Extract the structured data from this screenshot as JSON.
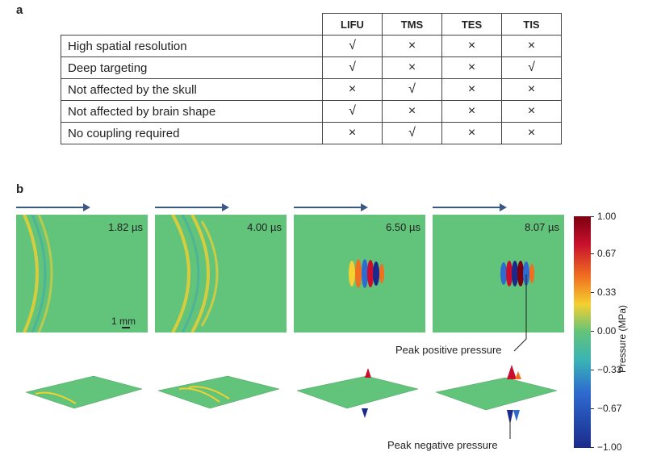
{
  "panel_a": {
    "label": "a",
    "columns": [
      "LIFU",
      "TMS",
      "TES",
      "TIS"
    ],
    "rows": [
      {
        "feature": "High spatial resolution",
        "marks": [
          "√",
          "×",
          "×",
          "×"
        ]
      },
      {
        "feature": "Deep targeting",
        "marks": [
          "√",
          "×",
          "×",
          "√"
        ]
      },
      {
        "feature": "Not affected by the skull",
        "marks": [
          "×",
          "√",
          "×",
          "×"
        ]
      },
      {
        "feature": "Not affected by brain shape",
        "marks": [
          "√",
          "×",
          "×",
          "×"
        ]
      },
      {
        "feature": "No coupling required",
        "marks": [
          "×",
          "√",
          "×",
          "×"
        ]
      }
    ]
  },
  "panel_b": {
    "label": "b",
    "times": [
      "1.82 µs",
      "4.00 µs",
      "6.50 µs",
      "8.07 µs"
    ],
    "scale_bar": "1 mm",
    "annotation_positive": "Peak positive pressure",
    "annotation_negative": "Peak negative pressure",
    "colorbar": {
      "title": "Pressure (MPa)",
      "ticks": [
        "1.00",
        "0.67",
        "0.33",
        "0.00",
        "−0.33",
        "−0.67",
        "−1.00"
      ]
    },
    "colors": {
      "background_field": "#62c37a",
      "arrow": "#3a5a86"
    }
  }
}
